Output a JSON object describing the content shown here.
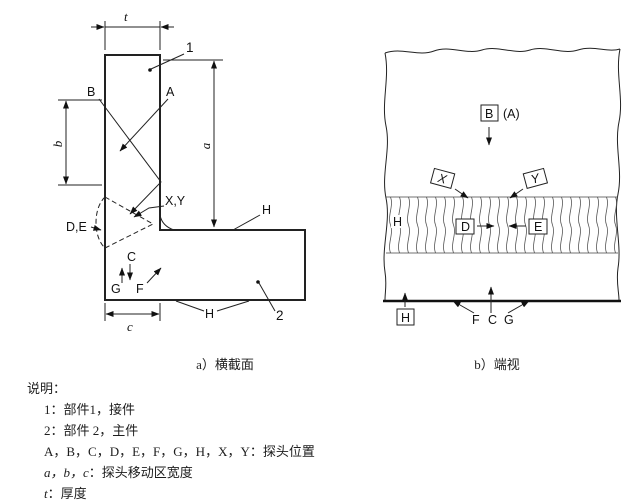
{
  "diagram_a": {
    "caption": "a）横截面",
    "labels": {
      "part1": "1",
      "part2": "2",
      "A": "A",
      "B": "B",
      "C": "C",
      "F": "F",
      "G": "G",
      "DE": "D,E",
      "XY": "X,Y",
      "H_side": "H",
      "H_bottom": "H",
      "dim_t": "t",
      "dim_a": "a",
      "dim_b": "b",
      "dim_c": "c"
    }
  },
  "diagram_b": {
    "caption": "b）端视",
    "labels": {
      "B": "B",
      "A_ref": "(A)",
      "X": "X",
      "Y": "Y",
      "D": "D",
      "E": "E",
      "H_side": "H",
      "H_bottom": "H",
      "F": "F",
      "C": "C",
      "G": "G"
    }
  },
  "legend": {
    "title": "说明：",
    "items": [
      {
        "term": "1",
        "desc": "：部件1，接件"
      },
      {
        "term": "2",
        "desc": "：部件 2，主件"
      },
      {
        "term": "A，B，C，D，E，F，G，H，X，Y",
        "desc": "：探头位置"
      },
      {
        "term": "a，b，c",
        "desc": "：探头移动区宽度"
      },
      {
        "term": "t",
        "desc": "：厚度"
      }
    ]
  }
}
